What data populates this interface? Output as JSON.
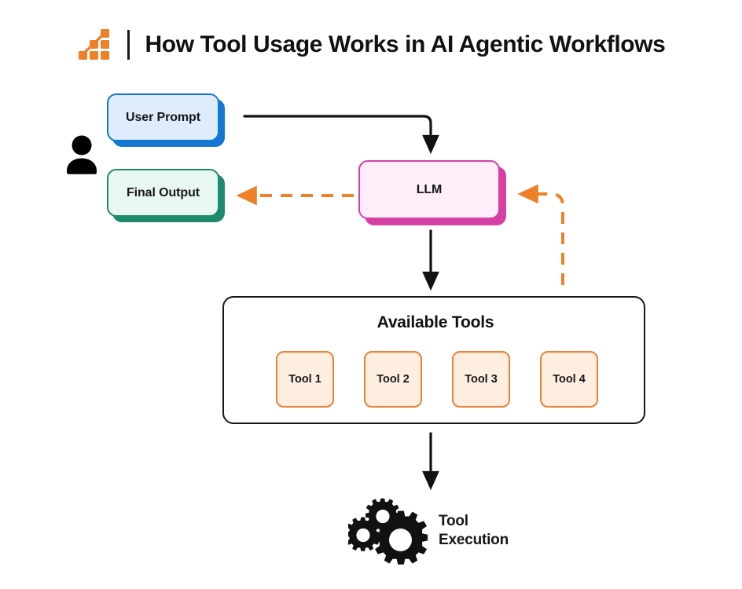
{
  "header": {
    "logo_icon": "bar-chart-staircase-icon",
    "logo_color": "#ee8027",
    "divider": "|",
    "title": "How Tool Usage Works in AI Agentic Workflows"
  },
  "diagram": {
    "actor": {
      "icon": "person-icon",
      "color": "#000000"
    },
    "nodes": {
      "user_prompt": {
        "label": "User Prompt",
        "fill": "#deecfb",
        "border": "#1378d4"
      },
      "final_output": {
        "label": "Final Output",
        "fill": "#e9f7f3",
        "border": "#1f8a6d"
      },
      "llm": {
        "label": "LLM",
        "fill": "#fdeefa",
        "border": "#d63fa4"
      }
    },
    "tools_panel": {
      "title": "Available Tools",
      "border": "#17171b",
      "tool_fill": "#fdeee0",
      "tool_border": "#e8833a",
      "tools": [
        {
          "label": "Tool 1"
        },
        {
          "label": "Tool 2"
        },
        {
          "label": "Tool 3"
        },
        {
          "label": "Tool 4"
        }
      ]
    },
    "execution": {
      "icon": "gears-icon",
      "label_line1": "Tool",
      "label_line2": "Execution",
      "color": "#111114"
    },
    "connectors": [
      {
        "name": "user-prompt-to-llm",
        "style": "solid",
        "color": "#111114"
      },
      {
        "name": "llm-to-final-output",
        "style": "dashed",
        "color": "#ee8027"
      },
      {
        "name": "llm-to-available-tools",
        "style": "solid",
        "color": "#111114"
      },
      {
        "name": "tools-result-back-to-llm",
        "style": "dashed",
        "color": "#ee8027"
      },
      {
        "name": "tools-to-tool-execution",
        "style": "solid",
        "color": "#111114"
      }
    ]
  }
}
